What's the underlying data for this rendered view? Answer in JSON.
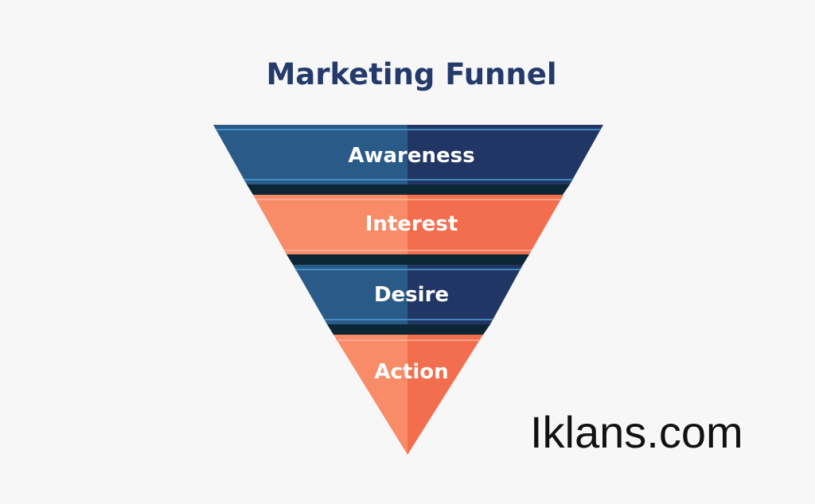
{
  "title": "Marketing Funnel",
  "stages": [
    {
      "label": "Awareness"
    },
    {
      "label": "Interest"
    },
    {
      "label": "Desire"
    },
    {
      "label": "Action"
    }
  ],
  "watermark": "Iklans.com",
  "colors": {
    "blue_left": "#2a5a88",
    "blue_right": "#223666",
    "orange_left": "#f88b68",
    "orange_right": "#f26e4f",
    "connector": "#0c2636",
    "title": "#233a6b"
  }
}
